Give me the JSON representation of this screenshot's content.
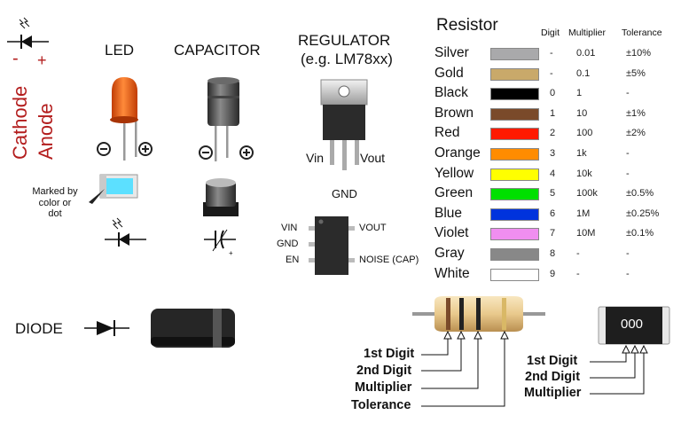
{
  "polarity": {
    "cathode": "Cathode",
    "anode": "Anode",
    "minus": "-",
    "plus": "+"
  },
  "led": {
    "title": "LED",
    "marked_note": [
      "Marked by",
      "color or",
      "dot"
    ]
  },
  "capacitor": {
    "title": "CAPACITOR"
  },
  "regulator": {
    "title": "REGULATOR",
    "subtitle": "(e.g. LM78xx)",
    "vin": "Vin",
    "vout": "Vout",
    "gnd": "GND",
    "smd_pins": {
      "vin": "VIN",
      "gnd": "GND",
      "en": "EN",
      "vout": "VOUT",
      "noise": "NOISE (CAP)"
    }
  },
  "diode": {
    "title": "DIODE"
  },
  "resistor_table": {
    "title": "Resistor",
    "headers": {
      "digit": "Digit",
      "multiplier": "Multiplier",
      "tolerance": "Tolerance"
    },
    "rows": [
      {
        "name": "Silver",
        "color": "#a9a9ab",
        "digit": "-",
        "multiplier": "0.01",
        "tolerance": "±10%"
      },
      {
        "name": "Gold",
        "color": "#c9a96a",
        "digit": "-",
        "multiplier": "0.1",
        "tolerance": "±5%"
      },
      {
        "name": "Black",
        "color": "#000000",
        "digit": "0",
        "multiplier": "1",
        "tolerance": "-"
      },
      {
        "name": "Brown",
        "color": "#7a4a2a",
        "digit": "1",
        "multiplier": "10",
        "tolerance": "±1%"
      },
      {
        "name": "Red",
        "color": "#ff1a00",
        "digit": "2",
        "multiplier": "100",
        "tolerance": "±2%"
      },
      {
        "name": "Orange",
        "color": "#ff8c00",
        "digit": "3",
        "multiplier": "1k",
        "tolerance": "-"
      },
      {
        "name": "Yellow",
        "color": "#ffff00",
        "digit": "4",
        "multiplier": "10k",
        "tolerance": "-"
      },
      {
        "name": "Green",
        "color": "#00e000",
        "digit": "5",
        "multiplier": "100k",
        "tolerance": "±0.5%"
      },
      {
        "name": "Blue",
        "color": "#0033dd",
        "digit": "6",
        "multiplier": "1M",
        "tolerance": "±0.25%"
      },
      {
        "name": "Violet",
        "color": "#f08ef0",
        "digit": "7",
        "multiplier": "10M",
        "tolerance": "±0.1%"
      },
      {
        "name": "Gray",
        "color": "#888888",
        "digit": "8",
        "multiplier": "-",
        "tolerance": "-"
      },
      {
        "name": "White",
        "color": "#ffffff",
        "digit": "9",
        "multiplier": "-",
        "tolerance": "-"
      }
    ]
  },
  "resistor_labels": {
    "first": "1st Digit",
    "second": "2nd Digit",
    "multiplier": "Multiplier",
    "tolerance": "Tolerance"
  },
  "smd_resistor": {
    "code": "000",
    "first": "1st Digit",
    "second": "2nd Digit",
    "multiplier": "Multiplier"
  },
  "colors": {
    "led_body": "#ee5a10",
    "smd_led": "#5ce0ff",
    "polarity_red": "#b31d1d"
  }
}
